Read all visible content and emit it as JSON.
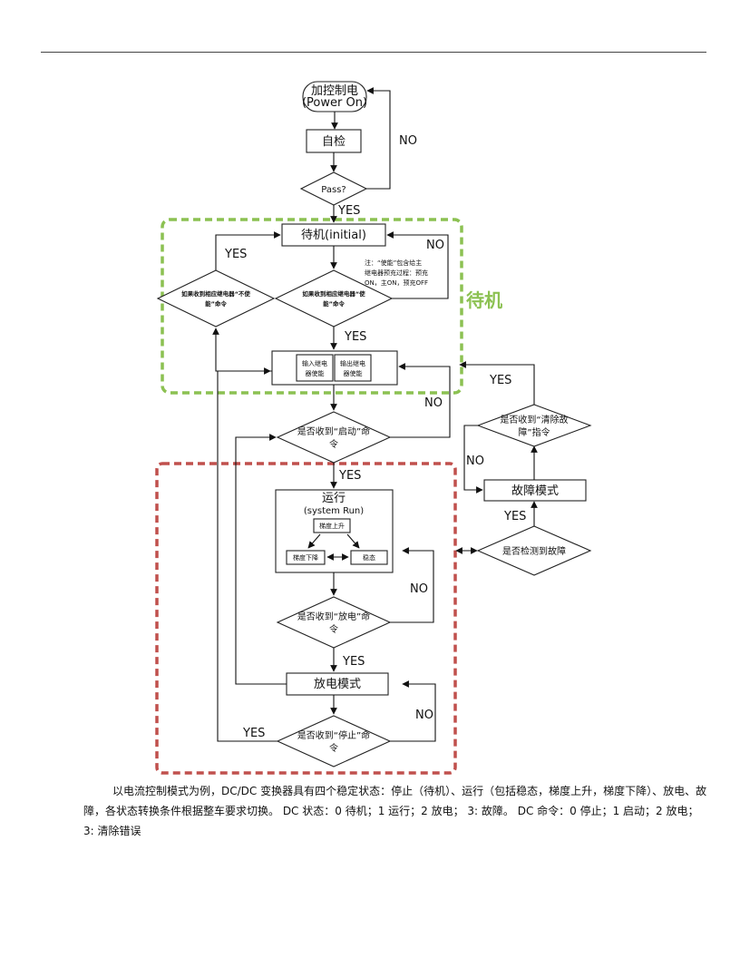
{
  "colors": {
    "standby_border": "#8cc152",
    "run_border": "#c0504d",
    "line": "#111111"
  },
  "nodes": {
    "power_on_line1": "加控制电",
    "power_on_line2": "(Power On)",
    "self_check": "自检",
    "pass": "Pass?",
    "standby": "待机(initial)",
    "note_line1": "注：“使能”包含给主",
    "note_line2": "继电器预充过程：预充",
    "note_line3": "ON，主ON，预充OFF",
    "disable_line1": "如果收到相应继电器“不使",
    "disable_line2": "能”命令",
    "enable_line1": "如果收到相应继电器“使",
    "enable_line2": "能”命令",
    "relay_in_line1": "输入继电",
    "relay_in_line2": "器使能",
    "relay_out_line1": "输出继电",
    "relay_out_line2": "器使能",
    "start_cmd_line1": "是否收到“启动”命",
    "start_cmd_line2": "令",
    "run_line1": "运行",
    "run_line2": "(system Run)",
    "ramp_up": "梯度上升",
    "ramp_down": "梯度下降",
    "steady": "稳态",
    "discharge_cmd_line1": "是否收到“放电”命",
    "discharge_cmd_line2": "令",
    "discharge_mode": "放电模式",
    "stop_cmd_line1": "是否收到“停止”命",
    "stop_cmd_line2": "令",
    "fault_detect": "是否检测到故障",
    "fault_mode": "故障模式",
    "clear_fault_line1": "是否收到“清除故",
    "clear_fault_line2": "障”指令"
  },
  "labels": {
    "yes": "YES",
    "no": "NO"
  },
  "region_titles": {
    "standby": "待机"
  },
  "caption": {
    "paragraph": "以电流控制模式为例，DC/DC 变换器具有四个稳定状态：停止（待机）、运行（包括稳态，梯度上升，梯度下降）、放电、故障，各状态转换条件根据整车要求切换。 DC 状态：0 待机；1 运行；2 放电；  3: 故障。 DC 命令：0 停止；1 启动；2 放电；  3: 清除错误"
  }
}
